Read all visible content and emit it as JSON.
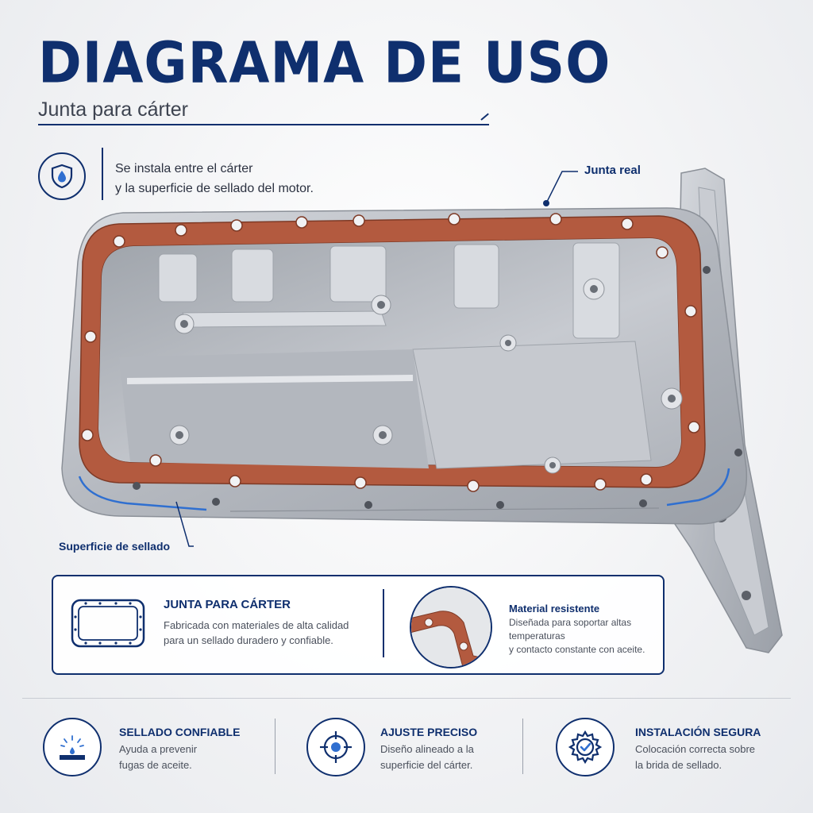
{
  "header": {
    "title": "DIAGRAMA DE USO",
    "subtitle": "Junta para cárter"
  },
  "intro": {
    "icon": "shield-drop-icon",
    "line1": "Se instala entre el cárter",
    "line2": "y la superficie de sellado del motor."
  },
  "callouts": {
    "gasket": "Junta real",
    "sealing_surface": "Superficie de sellado"
  },
  "info_card": {
    "left": {
      "icon": "gasket-outline-icon",
      "heading": "JUNTA PARA CÁRTER",
      "line1": "Fabricada con materiales de alta calidad",
      "line2": "para un sellado duradero y confiable."
    },
    "right": {
      "icon": "gasket-closeup-icon",
      "heading": "Material resistente",
      "line1": "Diseñada para soportar altas",
      "line2": "temperaturas",
      "line3": "y contacto constante con aceite."
    }
  },
  "features": [
    {
      "icon": "sealing-drop-icon",
      "heading": "SELLADO CONFIABLE",
      "line1": "Ayuda a prevenir",
      "line2": "fugas de aceite."
    },
    {
      "icon": "crosshair-icon",
      "heading": "AJUSTE PRECISO",
      "line1": "Diseño alineado a la",
      "line2": "superficie del cárter."
    },
    {
      "icon": "gear-check-icon",
      "heading": "INSTALACIÓN SEGURA",
      "line1": "Colocación correcta sobre",
      "line2": "la brida de sellado."
    }
  ],
  "colors": {
    "brand_navy": "#0f2f6e",
    "gasket": "#b35a3f",
    "aluminum": "#b9bdc4",
    "text_gray": "#4a505c"
  }
}
